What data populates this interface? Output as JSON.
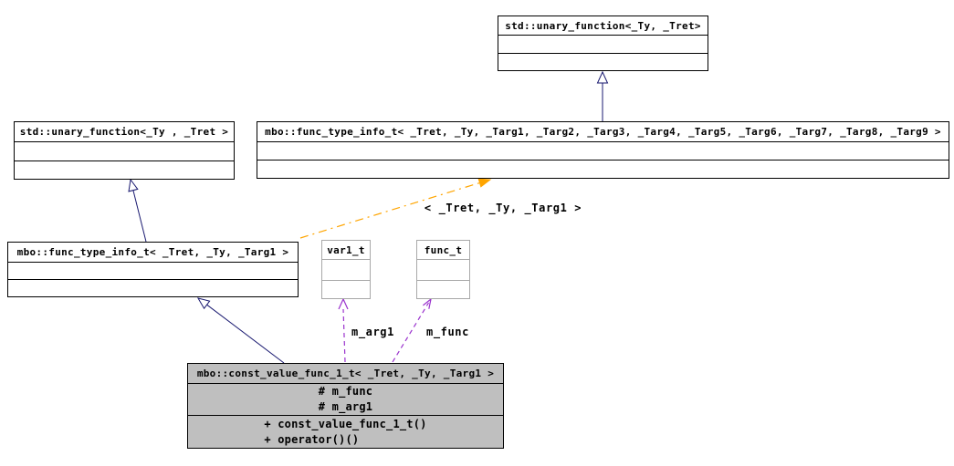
{
  "nodes": {
    "std_unary_function_base": {
      "title": "std::unary_function<_Ty, _Tret>"
    },
    "std_unary_function_left": {
      "title": "std::unary_function<_Ty , _Tret >"
    },
    "func_type_info_full": {
      "title": "mbo::func_type_info_t< _Tret, _Ty, _Targ1, _Targ2, _Targ3, _Targ4, _Targ5, _Targ6, _Targ7, _Targ8, _Targ9 >"
    },
    "func_type_info_1": {
      "title": "mbo::func_type_info_t< _Tret, _Ty, _Targ1 >"
    },
    "var1_t": {
      "title": "var1_t"
    },
    "func_t": {
      "title": "func_t"
    },
    "const_value_func_1_t": {
      "title": "mbo::const_value_func_1_t< _Tret, _Ty, _Targ1 >",
      "attrs": [
        "# m_func",
        "# m_arg1"
      ],
      "methods": [
        "+ const_value_func_1_t()",
        "+ operator()()"
      ]
    }
  },
  "edge_labels": {
    "template_args": "< _Tret, _Ty, _Targ1 >",
    "m_arg1": "m_arg1",
    "m_func": "m_func"
  },
  "colors": {
    "inheritance_edge": "#191970",
    "template_edge": "#ffa500",
    "member_edge": "#9a32cd",
    "node_fill": "#ffffff",
    "selected_node_fill": "#bfbfbf",
    "node_border": "#000000",
    "muted_node_border": "#a8a8a8"
  }
}
